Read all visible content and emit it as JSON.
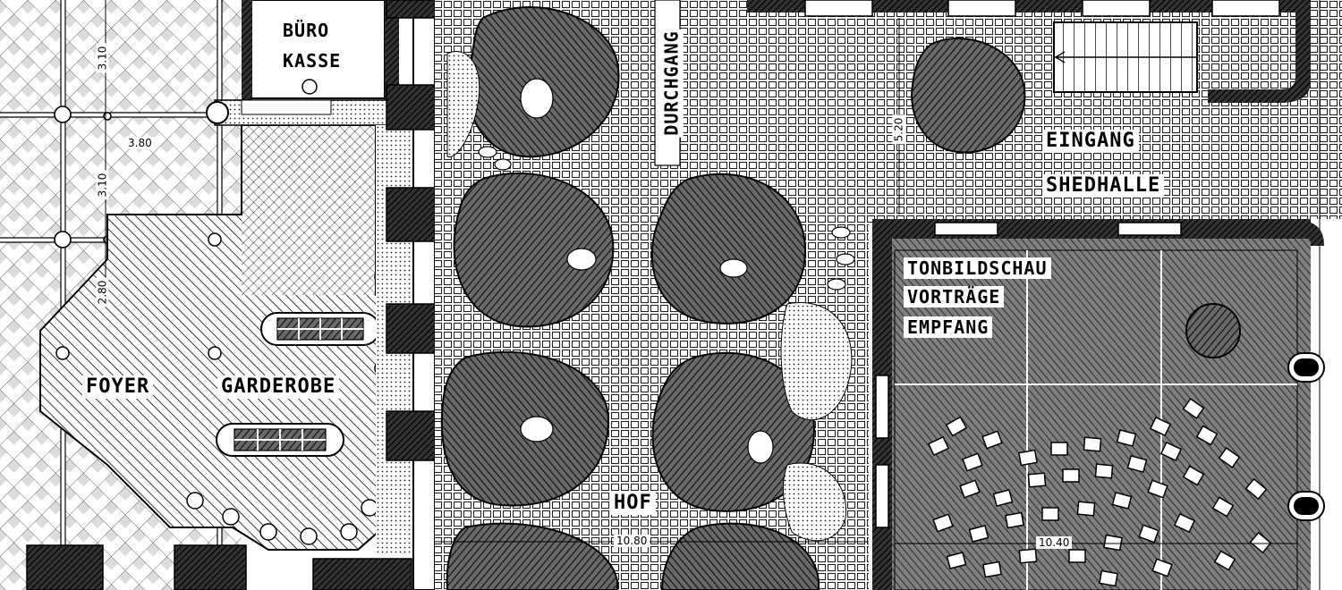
{
  "rooms": {
    "buero": "BÜRO",
    "kasse": "KASSE",
    "foyer": "FOYER",
    "garderobe": "GARDEROBE",
    "durchgang": "DURCHGANG",
    "hof": "HOF",
    "eingang": "EINGANG",
    "shedhalle": "SHEDHALLE",
    "tonbildschau": "TONBILDSCHAU",
    "vortraege": "VORTRÄGE",
    "empfang": "EMPFANG"
  },
  "dimensions": {
    "d_3_10_top": "3.10",
    "d_3_80": "3.80",
    "d_3_10_mid": "3.10",
    "d_2_80": "2.80",
    "d_5_20": "5.20",
    "d_10_80": "10.80",
    "d_10_40": "10.40"
  }
}
